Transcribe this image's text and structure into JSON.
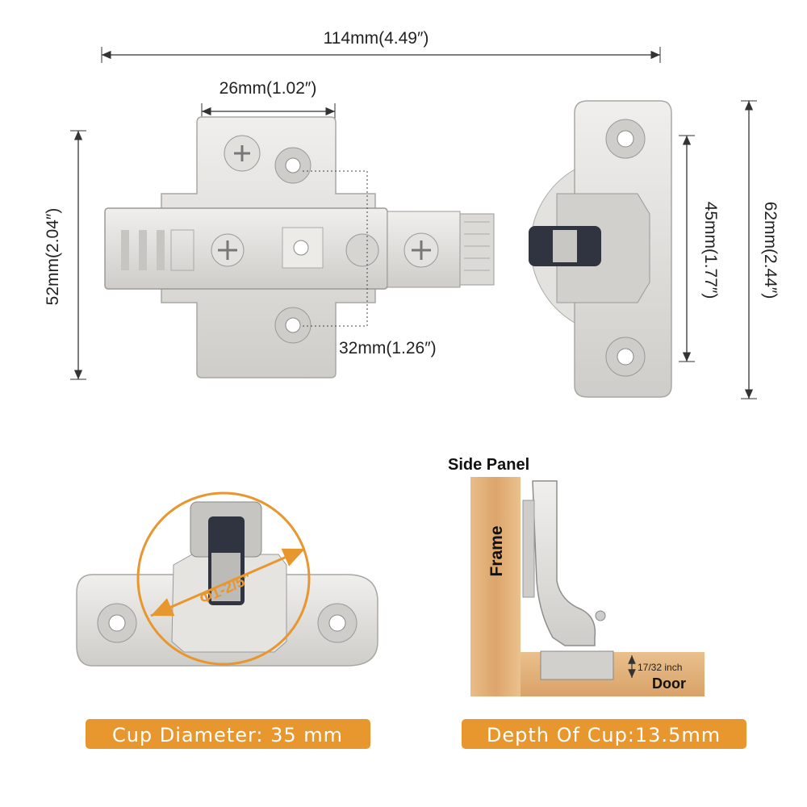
{
  "colors": {
    "accent": "#e8962e",
    "metal": "#dedcd8",
    "wood": "#e6b57e"
  },
  "top_view": {
    "overall_length": "114mm(4.49″)",
    "plate_width": "26mm(1.02″)",
    "plate_height": "52mm(2.04″)",
    "hole_spacing": "32mm(1.26″)",
    "cup_hole_spacing": "45mm(1.77″)",
    "cup_plate_height": "62mm(2.44″)"
  },
  "cup_view": {
    "diameter_inch": "Φ1-2/5\"",
    "badge": "Cup Diameter: 35 mm"
  },
  "side_view": {
    "title": "Side Panel",
    "frame_label": "Frame",
    "door_label": "Door",
    "door_thickness": "17/32 inch",
    "badge": "Depth Of Cup:13.5mm"
  }
}
